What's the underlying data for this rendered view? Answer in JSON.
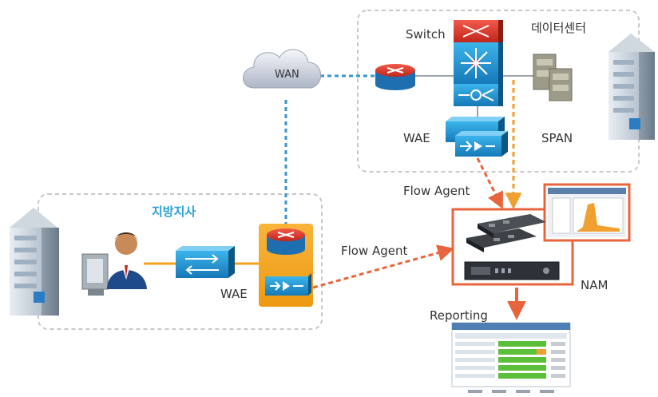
{
  "labels": {
    "switch": "Switch",
    "datacenter": "데이터센터",
    "wan": "WAN",
    "wae_dc": "WAE",
    "span": "SPAN",
    "flow_agent_top": "Flow Agent",
    "branch": "지방지사",
    "flow_agent_branch": "Flow Agent",
    "wae_branch": "WAE",
    "nam": "NAM",
    "reporting": "Reporting"
  },
  "colors": {
    "dashed_region": "#c8c8c8",
    "wan_link": "#3a96c8",
    "flow_link": "#e8643c",
    "span_link": "#f0a030",
    "accent_blue": "#2a9fd6",
    "orange_box": "#f4a21c",
    "nam_frame": "#e8643c"
  },
  "icons": [
    "building-icon",
    "cloud-icon",
    "router-icon",
    "switch-stack-icon",
    "server-cabinet-icon",
    "wae-device-icon",
    "user-workstation-icon",
    "l2-switch-icon",
    "nam-blade-icon",
    "chart-screenshot-icon",
    "report-screenshot-icon"
  ]
}
